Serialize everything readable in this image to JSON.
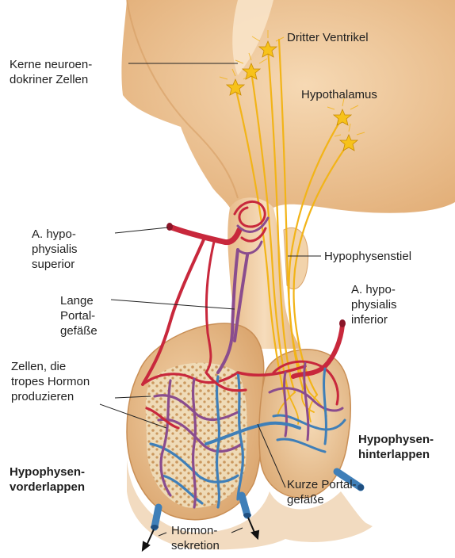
{
  "labels": {
    "dritter_ventrikel": "Dritter Ventrikel",
    "kerne": "Kerne neuroen-\ndokriner Zellen",
    "hypothalamus": "Hypothalamus",
    "a_hyp_superior": "A. hypo-\nphysialis\nsuperior",
    "hypophysenstiel": "Hypophysenstiel",
    "lange_portal": "Lange\nPortal-\ngefäße",
    "a_hyp_inferior": "A. hypo-\nphysialis\ninferior",
    "zellen_tropes": "Zellen, die\ntropes Hormon\nproduzieren",
    "hinterlappen": "Hypophysen-\nhinterlappen",
    "vorderlappen": "Hypophysen-\nvorderlappen",
    "kurze_portal": "Kurze Portal-\ngefäße",
    "hormonsekretion": "Hormon-\nsekretion"
  },
  "colors": {
    "tissue": "#efc99a",
    "tissue_dark": "#d7a06a",
    "stalk": "#f3d3ab",
    "artery": "#c8283c",
    "vein": "#3f7fb8",
    "portal": "#8a4c8e",
    "neuron": "#f2b418",
    "granular": "#e9cfa4"
  }
}
